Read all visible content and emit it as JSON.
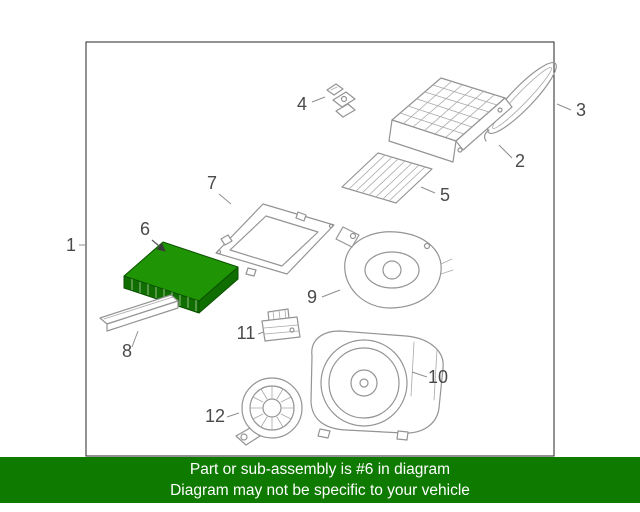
{
  "banner": {
    "line1": "Part or sub-assembly is #6 in diagram",
    "line2": "Diagram may not be specific to your vehicle",
    "bg_color": "#0e7a00",
    "text_color": "#ffffff"
  },
  "diagram": {
    "highlighted_part": "6",
    "highlight": {
      "top_color": "#1f9404",
      "side_color": "#106e00",
      "outline_color": "#0a5200"
    },
    "callouts": [
      {
        "label": "1"
      },
      {
        "label": "2"
      },
      {
        "label": "3"
      },
      {
        "label": "4"
      },
      {
        "label": "5"
      },
      {
        "label": "6"
      },
      {
        "label": "7"
      },
      {
        "label": "8"
      },
      {
        "label": "9"
      },
      {
        "label": "10"
      },
      {
        "label": "11"
      },
      {
        "label": "12"
      }
    ]
  }
}
